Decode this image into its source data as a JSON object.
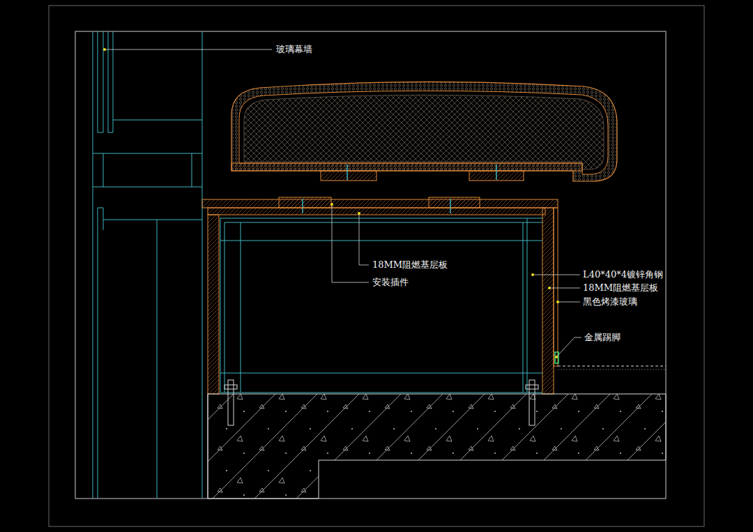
{
  "diagram": {
    "labels": [
      "玻璃幕墙",
      "18MM阻燃基层板",
      "安装插件",
      "L40*40*4镀锌角钢",
      "18MM阻燃基层板",
      "黑色烤漆玻璃",
      "金属踢脚"
    ]
  }
}
